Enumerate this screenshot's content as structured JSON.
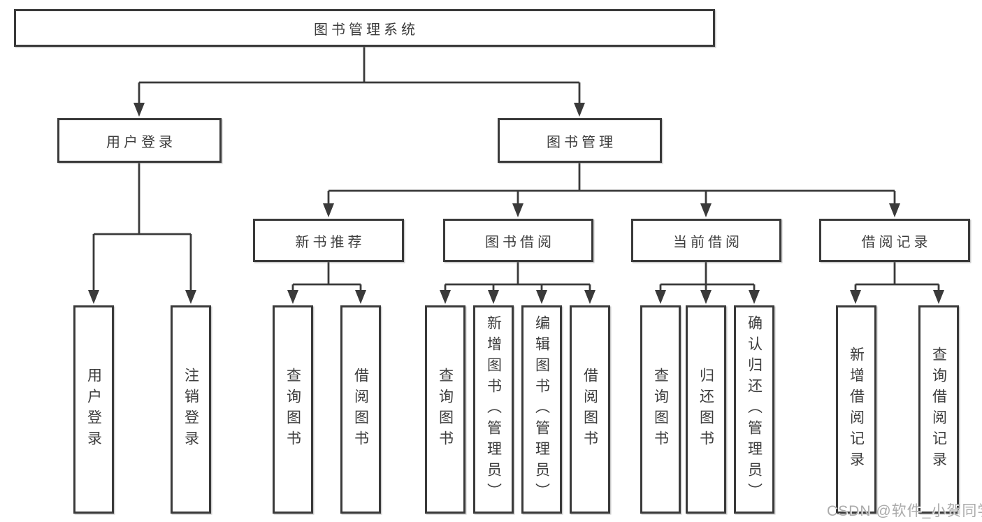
{
  "root": {
    "label": "图书管理系统"
  },
  "level2": [
    {
      "label": "用户登录"
    },
    {
      "label": "图书管理"
    }
  ],
  "level3": [
    {
      "label": "新书推荐",
      "parent": "图书管理"
    },
    {
      "label": "图书借阅",
      "parent": "图书管理"
    },
    {
      "label": "当前借阅",
      "parent": "图书管理"
    },
    {
      "label": "借阅记录",
      "parent": "图书管理"
    }
  ],
  "leaves": [
    {
      "label": "用户登录",
      "parent": "用户登录"
    },
    {
      "label": "注销登录",
      "parent": "用户登录"
    },
    {
      "label": "查询图书",
      "parent": "新书推荐"
    },
    {
      "label": "借阅图书",
      "parent": "新书推荐"
    },
    {
      "label": "查询图书",
      "parent": "图书借阅"
    },
    {
      "label": "新增图书（管理员）",
      "parent": "图书借阅"
    },
    {
      "label": "编辑图书（管理员）",
      "parent": "图书借阅"
    },
    {
      "label": "借阅图书",
      "parent": "图书借阅"
    },
    {
      "label": "查询图书",
      "parent": "当前借阅"
    },
    {
      "label": "归还图书",
      "parent": "当前借阅"
    },
    {
      "label": "确认归还（管理员）",
      "parent": "当前借阅"
    },
    {
      "label": "新增借阅记录",
      "parent": "借阅记录"
    },
    {
      "label": "查询借阅记录",
      "parent": "借阅记录"
    }
  ],
  "watermark": {
    "text": "CSDN @软件_小贺同学"
  },
  "colors": {
    "line": "#3a3a3a",
    "text": "#3d3d3d",
    "background": "#ffffff",
    "watermark": "#ababab"
  }
}
